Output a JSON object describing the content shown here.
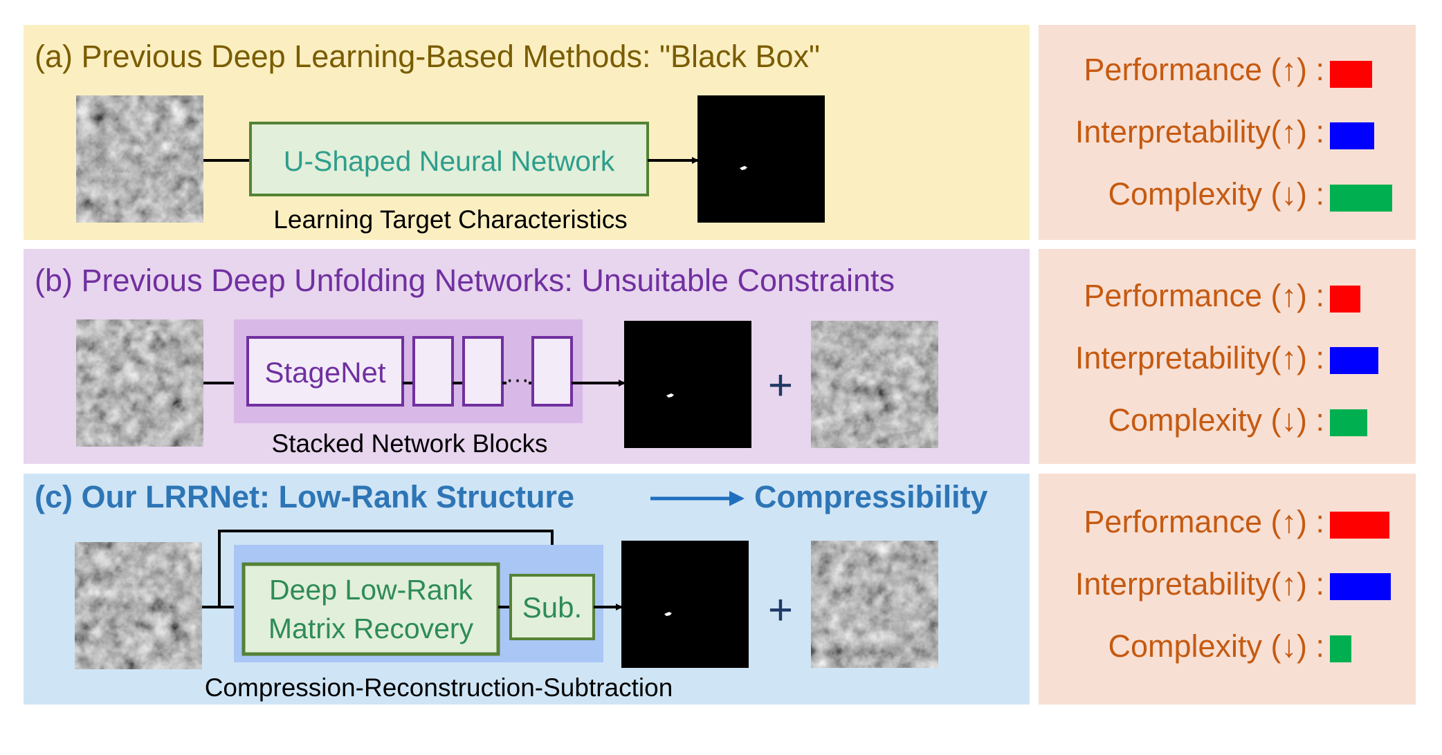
{
  "panels": [
    {
      "title": "(a) Previous Deep Learning-Based Methods: \"Black Box\"",
      "network_label": "U-Shaped Neural Network",
      "caption": "Learning Target Characteristics",
      "title_color": "#7a5c00",
      "bg_color": "#fbefc1"
    },
    {
      "title": "(b) Previous Deep Unfolding Networks: Unsuitable Constraints",
      "stage_label": "StageNet",
      "ellipsis": "···",
      "plus": "+",
      "caption": "Stacked Network Blocks",
      "title_color": "#7030a0",
      "bg_color": "#e8d5ee"
    },
    {
      "title_left": "(c) Our LRRNet: Low-Rank Structure",
      "title_right": "Compressibility",
      "lowrank_line1": "Deep Low-Rank",
      "lowrank_line2": "Matrix Recovery",
      "sub_label": "Sub.",
      "plus": "+",
      "caption": "Compression-Reconstruction-Subtraction",
      "title_color": "#2e75b6",
      "bg_color": "#cfe5f5"
    }
  ],
  "metrics": [
    {
      "performance": "Performance (↑) :",
      "interpretability": "Interpretability(↑) :",
      "complexity": "Complexity (↓) :",
      "performance_level": 0.55,
      "interpretability_level": 0.58,
      "complexity_level": 0.82
    },
    {
      "performance": "Performance (↑) :",
      "interpretability": "Interpretability(↑) :",
      "complexity": "Complexity (↓) :",
      "performance_level": 0.4,
      "interpretability_level": 0.64,
      "complexity_level": 0.49
    },
    {
      "performance": "Performance (↑) :",
      "interpretability": "Interpretability(↑) :",
      "complexity": "Complexity (↓) :",
      "performance_level": 0.78,
      "interpretability_level": 0.8,
      "complexity_level": 0.28
    }
  ],
  "colors": {
    "metric_text": "#c55a11",
    "metric_bg": "#f8dfd3",
    "performance": "#ff0000",
    "interpretability": "#0000ff",
    "complexity": "#00b050",
    "network_box_fill": "#e2efda",
    "network_box_stroke": "#548235",
    "network_text": "#2e9e8c",
    "stage_fill": "#f3ecf8",
    "stage_stroke": "#7030a0",
    "stage_region": "#d7b8e6",
    "lowrank_region": "#a9c6f5",
    "lowrank_text": "#2e8b57",
    "plus_color": "#1f3864"
  }
}
